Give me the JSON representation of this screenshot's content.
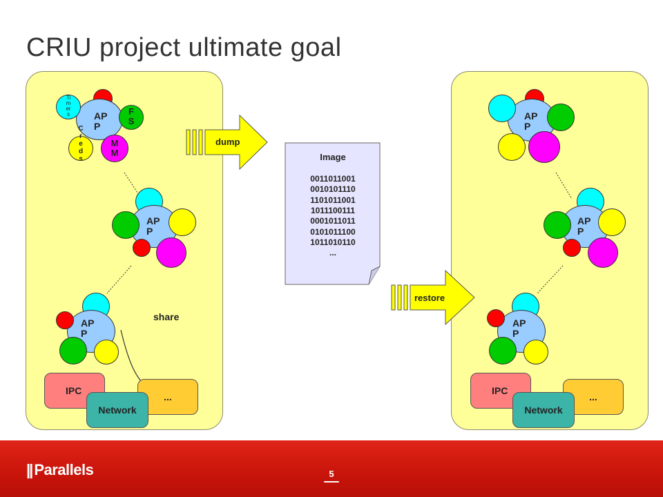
{
  "slide": {
    "title": "CRIU project ultimate goal",
    "page_number": "5",
    "logo_text": "Parallels"
  },
  "left_panel": {
    "app1": {
      "label": "AP\nP",
      "timers_label": "Ti\nm\ner\ns",
      "creds_label": "C\nr\ne\nd\ns",
      "fs_label": "F\nS",
      "mm_label": "M\nM"
    },
    "app2": {
      "label": "AP\nP"
    },
    "app3": {
      "label": "AP\nP"
    },
    "share_label": "share",
    "ipc_label": "IPC",
    "network_label": "Network",
    "more_label": "..."
  },
  "right_panel": {
    "app1": {
      "label": "AP\nP"
    },
    "app2": {
      "label": "AP\nP"
    },
    "app3": {
      "label": "AP\nP"
    },
    "ipc_label": "IPC",
    "network_label": "Network",
    "more_label": "..."
  },
  "dump_arrow": {
    "label": "dump"
  },
  "restore_arrow": {
    "label": "restore"
  },
  "image_doc": {
    "title": "Image",
    "lines": [
      "0011011001",
      "0010101110",
      "1101011001",
      "1011100111",
      "0001011011",
      "0101011100",
      "1011010110",
      "..."
    ]
  },
  "colors": {
    "panel": "#ffff99",
    "app": "#99ccff",
    "red": "#ff0000",
    "green": "#00cc00",
    "yellow": "#ffff00",
    "magenta": "#ff00ff",
    "cyan": "#00ffff",
    "ipc": "#ff7f7f",
    "network": "#3cb4a8",
    "more": "#ffcc33",
    "image": "#e5e5ff",
    "footer": "#d21a10"
  }
}
